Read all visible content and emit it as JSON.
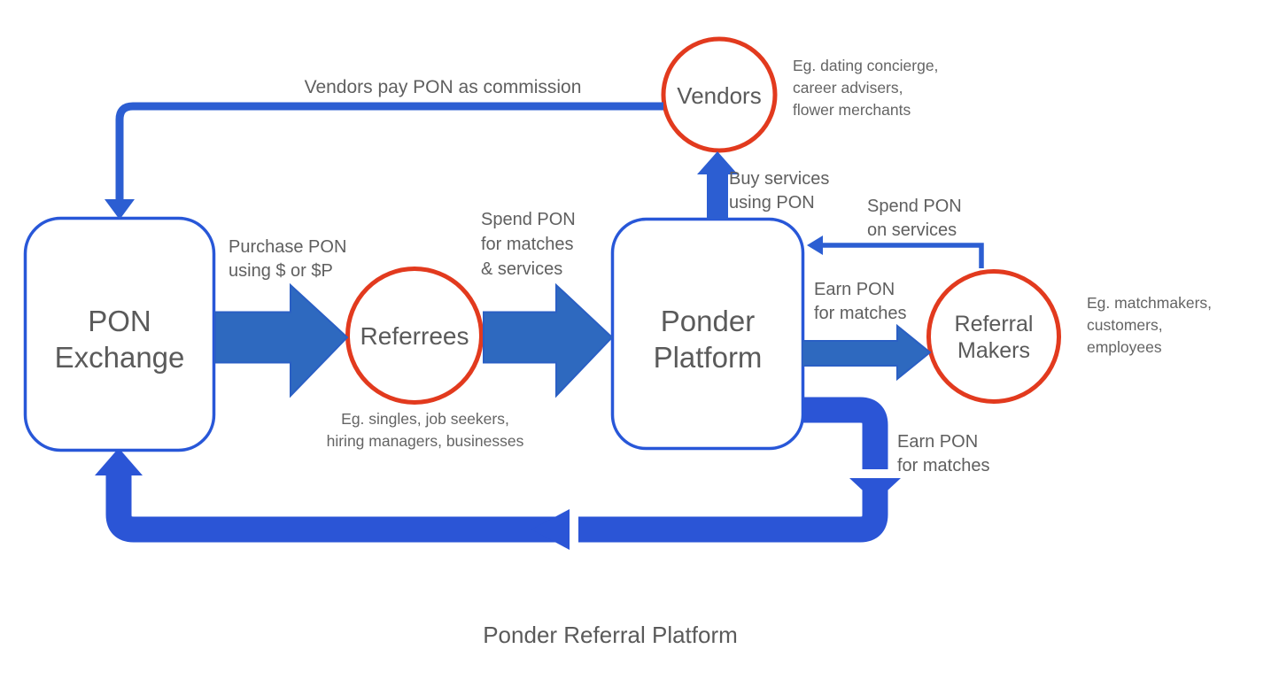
{
  "colors": {
    "background": "#ffffff",
    "block_arrow_blue": "#2e69bf",
    "block_arrow_border": "#2a5fc4",
    "loop_arrow_blue": "#2b55d6",
    "line_blue": "#2c5ed2",
    "node_border_blue": "#2857d8",
    "circle_red": "#e23a1e",
    "text_dark": "#5a5a5a",
    "text_gray": "#646464"
  },
  "caption": "Ponder Referral Platform",
  "nodes": {
    "pon_exchange": {
      "lines": [
        "PON",
        "Exchange"
      ]
    },
    "ponder_platform": {
      "lines": [
        "Ponder",
        "Platform"
      ]
    },
    "referrees": {
      "lines": [
        "Referrees"
      ]
    },
    "vendors": {
      "lines": [
        "Vendors"
      ]
    },
    "referral_makers": {
      "lines": [
        "Referral",
        "Makers"
      ]
    }
  },
  "edge_labels": {
    "vendors_commission": {
      "lines": [
        "Vendors pay PON as commission"
      ]
    },
    "purchase_pon": {
      "lines": [
        "Purchase PON",
        "using $ or $P"
      ]
    },
    "spend_pon_matches": {
      "lines": [
        "Spend PON",
        "for matches",
        "& services"
      ]
    },
    "buy_services": {
      "lines": [
        "Buy services",
        "using PON"
      ]
    },
    "spend_pon_services": {
      "lines": [
        "Spend PON",
        "on services"
      ]
    },
    "earn_pon_matches_right": {
      "lines": [
        "Earn PON",
        "for matches"
      ]
    },
    "earn_pon_matches_bottom": {
      "lines": [
        "Earn PON",
        "for matches"
      ]
    }
  },
  "annotations": {
    "vendors_examples": {
      "lines": [
        "Eg. dating concierge,",
        "career advisers,",
        "flower merchants"
      ]
    },
    "referrees_examples": {
      "lines": [
        "Eg. singles, job seekers,",
        "hiring managers, businesses"
      ]
    },
    "referral_makers_examples": {
      "lines": [
        "Eg. matchmakers,",
        "customers,",
        "employees"
      ]
    }
  }
}
